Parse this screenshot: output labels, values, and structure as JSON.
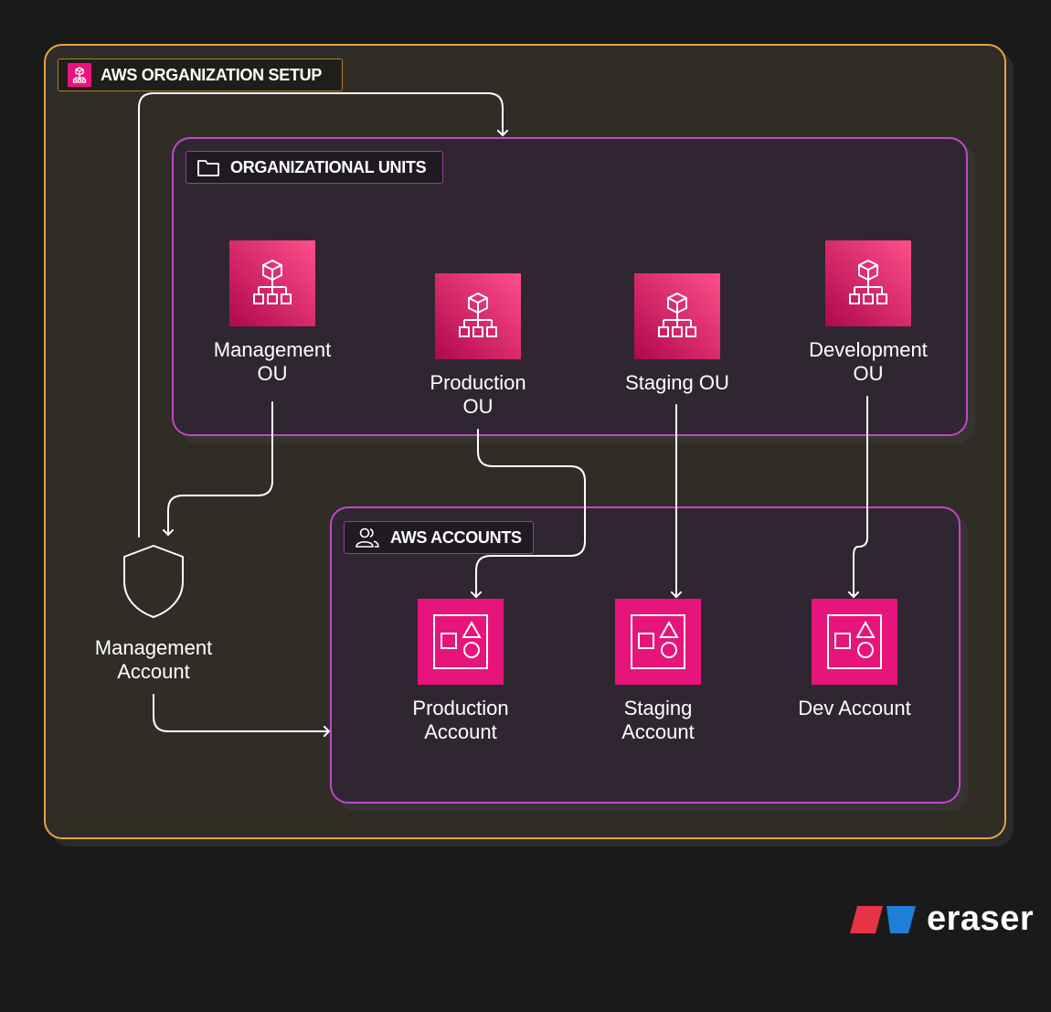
{
  "groups": {
    "org": {
      "title": "AWS ORGANIZATION SETUP"
    },
    "ou": {
      "title": "ORGANIZATIONAL UNITS"
    },
    "accounts": {
      "title": "AWS ACCOUNTS"
    }
  },
  "nodes": {
    "management_ou": {
      "line1": "Management",
      "line2": "OU"
    },
    "production_ou": {
      "line1": "Production",
      "line2": "OU"
    },
    "staging_ou": {
      "line1": "Staging OU"
    },
    "development_ou": {
      "line1": "Development",
      "line2": "OU"
    },
    "management_account": {
      "line1": "Management",
      "line2": "Account"
    },
    "production_account": {
      "line1": "Production",
      "line2": "Account"
    },
    "staging_account": {
      "line1": "Staging",
      "line2": "Account"
    },
    "dev_account": {
      "line1": "Dev Account"
    }
  },
  "edges": [
    {
      "from": "management_account",
      "to": "organizational_units"
    },
    {
      "from": "management_ou",
      "to": "management_account"
    },
    {
      "from": "production_ou",
      "to": "production_account"
    },
    {
      "from": "staging_ou",
      "to": "staging_account"
    },
    {
      "from": "development_ou",
      "to": "dev_account"
    },
    {
      "from": "management_account",
      "to": "aws_accounts"
    }
  ],
  "brand": {
    "name": "eraser"
  },
  "colors": {
    "background": "#1a1a1a",
    "org_border": "#e8a33c",
    "group_border": "#c445c8",
    "ou_tile": "#e7157b",
    "account_tile": "#e7157b",
    "brand_red": "#e63346",
    "brand_blue": "#1e7fd8"
  }
}
